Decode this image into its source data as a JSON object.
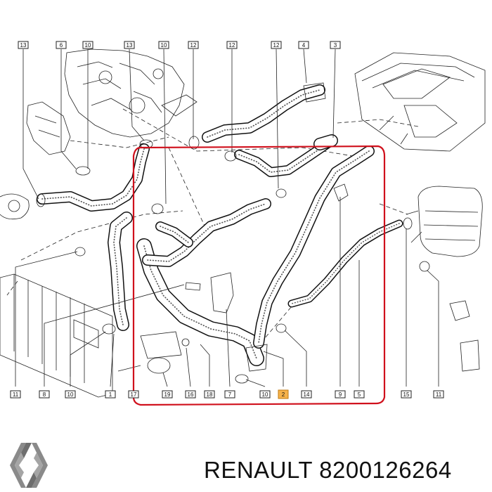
{
  "brand": {
    "text": "RENAULT 8200126264"
  },
  "callouts_top": [
    "13",
    "6",
    "10",
    "13",
    "10",
    "12",
    "12",
    "12",
    "4",
    "3"
  ],
  "callouts_bottom": [
    "11",
    "8",
    "10",
    "1",
    "17",
    "19",
    "16",
    "18",
    "7",
    "10",
    "2",
    "14",
    "9",
    "5",
    "15",
    "11"
  ],
  "highlighted_part": "2",
  "colors": {
    "highlight_frame": "#d0101c",
    "highlight_callout": "#f6b24a",
    "line": "#111111"
  },
  "icons": [
    "renault-diamond-logo"
  ]
}
